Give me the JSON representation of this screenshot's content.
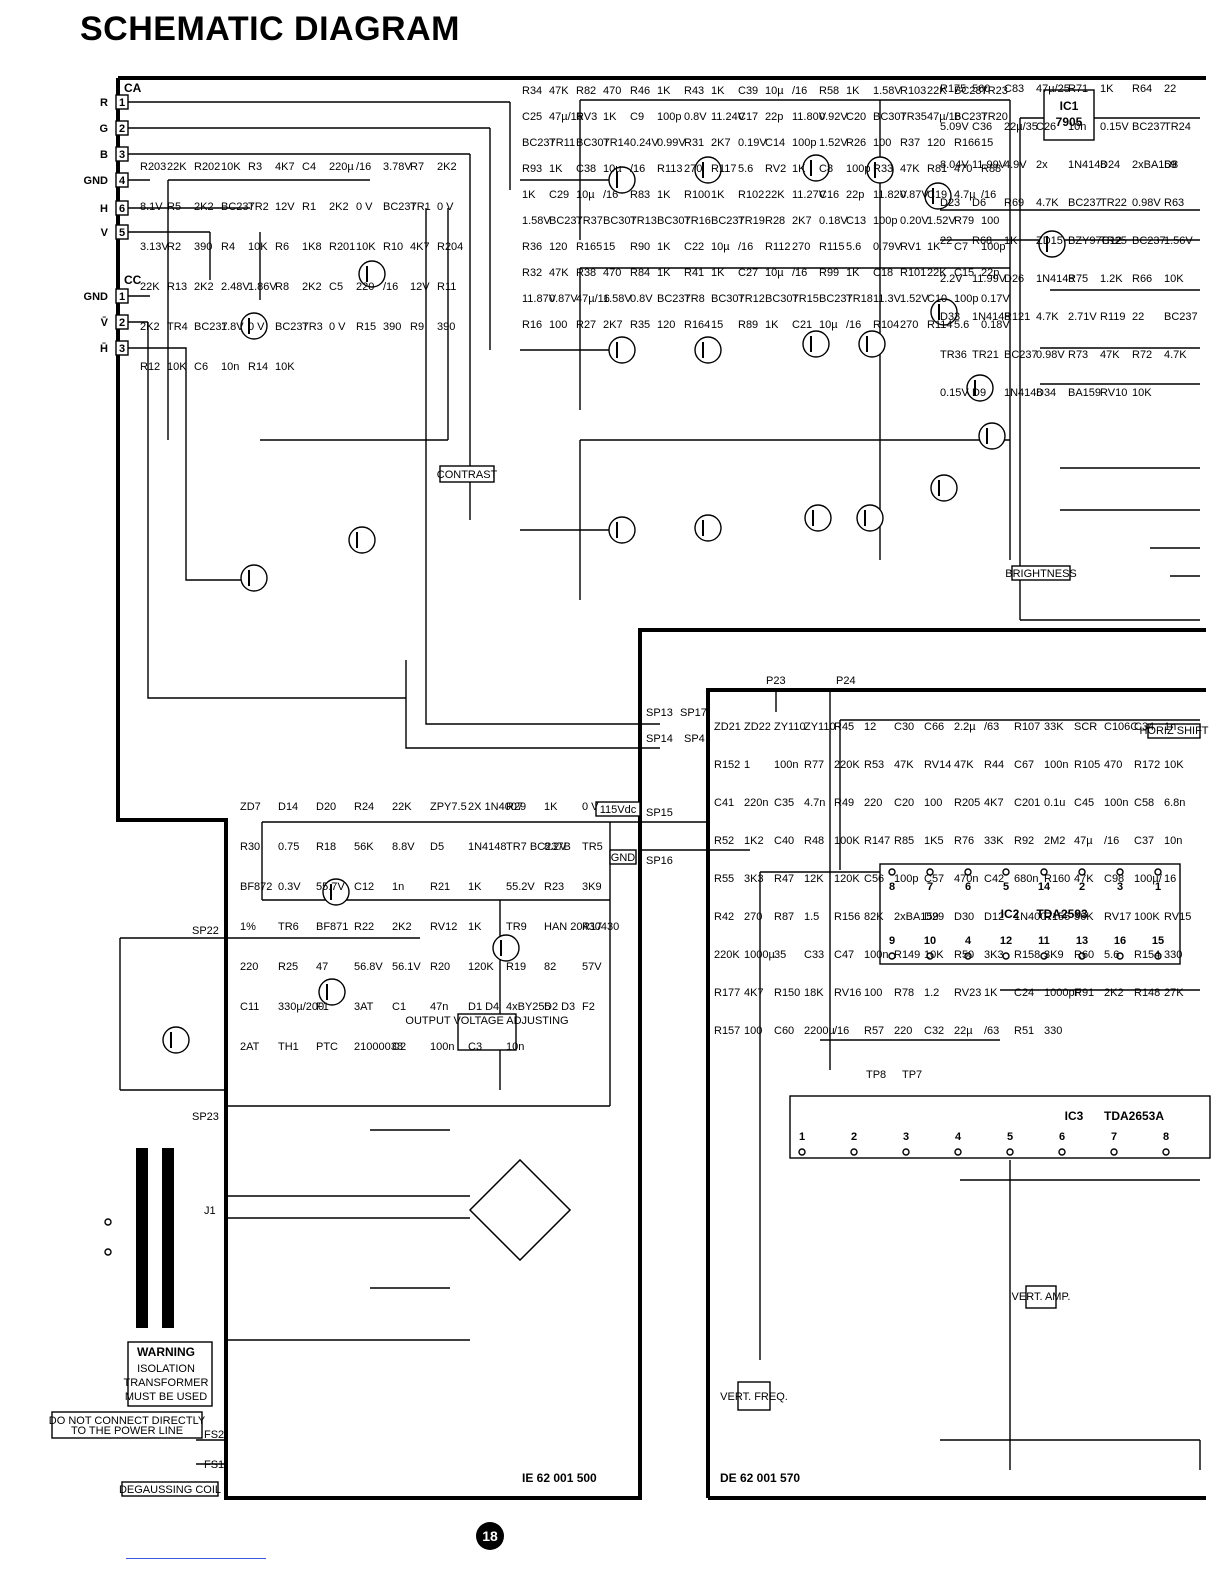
{
  "title": "SCHEMATIC DIAGRAM",
  "page_number": "18",
  "connectors": {
    "ca": {
      "name": "CA",
      "pins": [
        {
          "label": "R",
          "num": "1"
        },
        {
          "label": "G",
          "num": "2"
        },
        {
          "label": "B",
          "num": "3"
        },
        {
          "label": "GND",
          "num": "4"
        },
        {
          "label": "H",
          "num": "6"
        },
        {
          "label": "V",
          "num": "5"
        }
      ]
    },
    "cc": {
      "name": "CC",
      "pins": [
        {
          "label": "GND",
          "num": "1"
        },
        {
          "label": "V̄",
          "num": "2"
        },
        {
          "label": "H̄",
          "num": "3"
        }
      ]
    }
  },
  "ics": [
    {
      "ref": "IC1",
      "part": "7905"
    },
    {
      "ref": "IC2",
      "part": "TDA2593",
      "top_pins": [
        "8",
        "7",
        "6",
        "5",
        "14",
        "2",
        "3",
        "1"
      ],
      "bottom_pins": [
        "9",
        "10",
        "4",
        "12",
        "11",
        "13",
        "16",
        "15"
      ]
    },
    {
      "ref": "IC3",
      "part": "TDA2653A",
      "pins": [
        "1",
        "2",
        "3",
        "4",
        "5",
        "6",
        "7",
        "8"
      ]
    }
  ],
  "boxed_labels": {
    "contrast": "CONTRAST",
    "brightness": "BRIGHTNESS",
    "output_voltage": "OUTPUT VOLTAGE ADJUSTING",
    "vert_freq": "VERT. FREQ.",
    "vert_amp": "VERT. AMP.",
    "horiz_shift": "HORIZ SHIFT",
    "volt_115": "115Vdc",
    "gnd": "GND",
    "warning": [
      "WARNING",
      "ISOLATION",
      "TRANSFORMER",
      "MUST BE USED"
    ],
    "do_not_connect": [
      "DO NOT CONNECT DIRECTLY",
      "TO THE POWER LINE"
    ],
    "degaussing": "DEGAUSSING COIL"
  },
  "board_codes": {
    "left": "IE 62 001 500",
    "right": "DE 62 001 570"
  },
  "test_points": [
    "SP13",
    "SP17",
    "SP14",
    "SP4",
    "SP15",
    "SP16",
    "SP22",
    "SP23",
    "P23",
    "P24",
    "TP8",
    "TP7",
    "FS2",
    "FS1",
    "J1"
  ],
  "components": {
    "left_top": [
      "R203",
      "22K",
      "R202",
      "10K",
      "R3",
      "4K7",
      "C4",
      "220µ",
      "/16",
      "3.78V",
      "R7",
      "2K2",
      "8.1V",
      "R5",
      "2K2",
      "BC237",
      "TR2",
      "12V",
      "R1",
      "2K2",
      "0 V",
      "BC237",
      "TR1",
      "0 V",
      "3.13V",
      "R2",
      "390",
      "R4",
      "10K",
      "R6",
      "1K8",
      "R201",
      "10K",
      "R10",
      "4K7",
      "R204",
      "22K",
      "R13",
      "2K2",
      "2.48V",
      "1.86V",
      "R8",
      "2K2",
      "C5",
      "220",
      "/16",
      "12V",
      "R11",
      "2K2",
      "TR4",
      "BC237",
      "1.8V",
      "0 V",
      "BC237",
      "TR3",
      "0 V",
      "R15",
      "390",
      "R9",
      "390",
      "R12",
      "10K",
      "C6",
      "10n",
      "R14",
      "10K"
    ],
    "video": [
      "R34",
      "47K",
      "R82",
      "470",
      "R46",
      "1K",
      "R43",
      "1K",
      "C39",
      "10µ",
      "/16",
      "R58",
      "1K",
      "1.58V",
      "R103",
      "22K",
      "BC237",
      "TR23",
      "C25",
      "47µ/16",
      "RV3",
      "1K",
      "C9",
      "100p",
      "0.8V",
      "11.24V",
      "C17",
      "22p",
      "11.80V",
      "0.92V",
      "C20",
      "BC307",
      "TR35",
      "47µ/16",
      "BC237",
      "TR20",
      "BC237",
      "TR11",
      "BC307",
      "TR14",
      "0.24V",
      "0.99V",
      "R31",
      "2K7",
      "0.19V",
      "C14",
      "100p",
      "1.52V",
      "R26",
      "100",
      "R37",
      "120",
      "R166",
      "15",
      "R93",
      "1K",
      "C38",
      "10µ",
      "/16",
      "R113",
      "270",
      "R117",
      "5.6",
      "RV2",
      "1K",
      "C8",
      "100p",
      "R33",
      "47K",
      "R81",
      "470",
      "R88",
      "1K",
      "C29",
      "10µ",
      "/16",
      "R83",
      "1K",
      "R100",
      "1K",
      "R102",
      "22K",
      "11.27V",
      "C16",
      "22p",
      "11.82V",
      "0.87V",
      "C19",
      "4.7µ",
      "/16",
      "1.58V",
      "BC237",
      "TR37",
      "BC307",
      "TR13",
      "BC307",
      "TR16",
      "BC237",
      "TR19",
      "R28",
      "2K7",
      "0.18V",
      "C13",
      "100p",
      "0.20V",
      "1.52V",
      "R79",
      "100",
      "R36",
      "120",
      "R165",
      "15",
      "R90",
      "1K",
      "C22",
      "10µ",
      "/16",
      "R112",
      "270",
      "R115",
      "5.6",
      "0.79V",
      "RV1",
      "1K",
      "C7",
      "100p",
      "R32",
      "47K",
      "R38",
      "470",
      "R84",
      "1K",
      "R41",
      "1K",
      "C27",
      "10µ",
      "/16",
      "R99",
      "1K",
      "C18",
      "R101",
      "22K",
      "C15",
      "22p",
      "11.87V",
      "0.87V",
      "47µ/16",
      "1.58V",
      "0.8V",
      "BC237",
      "TR8",
      "BC307",
      "TR12",
      "BC307",
      "TR15",
      "BC237",
      "TR18",
      "11.3V",
      "1.52V",
      "C10",
      "100p",
      "0.17V",
      "R16",
      "100",
      "R27",
      "2K7",
      "R35",
      "120",
      "R164",
      "15",
      "R89",
      "1K",
      "C21",
      "10µ",
      "/16",
      "R104",
      "270",
      "R114",
      "5.6",
      "0.18V"
    ],
    "right_top": [
      "R175",
      "560",
      "C83",
      "47µ/25",
      "R71",
      "1K",
      "R64",
      "22",
      "5.09V",
      "C36",
      "22µ/35",
      "C26",
      "10n",
      "0.15V",
      "BC237",
      "TR24",
      "8.04V",
      "11.99V",
      "4.9V",
      "2x",
      "1N4148",
      "D24",
      "2xBA159",
      "D8",
      "D23",
      "D6",
      "R69",
      "4.7K",
      "BC237",
      "TR22",
      "0.98V",
      "R63",
      "22",
      "R68",
      "1K",
      "ZD15",
      "BZY97C12",
      "TR25",
      "BC237",
      "1.56V",
      "2.2V",
      "11.99V",
      "D26",
      "1N4148",
      "R75",
      "1.2K",
      "R66",
      "10K",
      "D33",
      "1N4148",
      "R121",
      "4.7K",
      "2.71V",
      "R119",
      "22",
      "BC237",
      "TR36",
      "TR21",
      "BC237",
      "0.98V",
      "R73",
      "47K",
      "R72",
      "4.7K",
      "0.15V",
      "D9",
      "1N4148",
      "D34",
      "BA159",
      "RV10",
      "10K"
    ],
    "power": [
      "ZD7",
      "D14",
      "D20",
      "R24",
      "22K",
      "ZPY7.5",
      "2X 1N4007",
      "R29",
      "1K",
      "0 V",
      "R30",
      "0.75",
      "R18",
      "56K",
      "8.8V",
      "D5",
      "1N4148",
      "TR7 BC237B",
      "8.2V",
      "TR5",
      "BF872",
      "0.3V",
      "55.7V",
      "C12",
      "1n",
      "R21",
      "1K",
      "55.2V",
      "R23",
      "3K9",
      "1%",
      "TR6",
      "BF871",
      "R22",
      "2K2",
      "RV12",
      "1K",
      "TR9",
      "HAN 20430430",
      "R17",
      "220",
      "R25",
      "47",
      "56.8V",
      "56.1V",
      "R20",
      "120K",
      "R19",
      "82",
      "57V",
      "C11",
      "330µ/200",
      "F1",
      "3AT",
      "C1",
      "47n",
      "D1 D4",
      "4xBY255",
      "D2 D3",
      "F2",
      "2AT",
      "TH1",
      "PTC",
      "21000038",
      "C2",
      "100n",
      "C3",
      "10n"
    ],
    "deflection": [
      "ZD21",
      "ZD22",
      "ZY110",
      "ZY110",
      "R45",
      "12",
      "C30",
      "C66",
      "2.2µ",
      "/63",
      "R107",
      "33K",
      "SCR",
      "C106C",
      "C34",
      "1n",
      "R152",
      "1",
      "100n",
      "R77",
      "220K",
      "R53",
      "47K",
      "RV14",
      "47K",
      "R44",
      "C67",
      "100n",
      "R105",
      "470",
      "R172",
      "10K",
      "C41",
      "220n",
      "C35",
      "4.7n",
      "R49",
      "220",
      "C20",
      "100",
      "R205",
      "4K7",
      "C201",
      "0.1u",
      "C45",
      "100n",
      "C58",
      "6.8n",
      "R52",
      "1K2",
      "C40",
      "R48",
      "100K",
      "R147",
      "R85",
      "1K5",
      "R76",
      "33K",
      "R92",
      "2M2",
      "47µ",
      "/16",
      "C37",
      "10n",
      "R55",
      "3K3",
      "R47",
      "12K",
      "120K",
      "C56",
      "100p",
      "C57",
      "470n",
      "C42",
      "680n",
      "R160",
      "47K",
      "C98",
      "100µ/",
      "16",
      "R42",
      "270",
      "R87",
      "1.5",
      "R156",
      "82K",
      "2xBA159",
      "D29",
      "D30",
      "D12",
      "1N4007",
      "R155",
      "56K",
      "RV17",
      "100K",
      "RV15",
      "220K",
      "1000µ",
      "35",
      "C33",
      "C47",
      "100n",
      "R149",
      "10K",
      "R50",
      "3K3",
      "R158",
      "3K9",
      "R60",
      "5.6",
      "R154",
      "330",
      "R177",
      "4K7",
      "R150",
      "18K",
      "RV16",
      "100",
      "R78",
      "1.2",
      "RV23",
      "1K",
      "C24",
      "1000pF",
      "R91",
      "2K2",
      "R148",
      "27K",
      "R157",
      "100",
      "C60",
      "2200µ",
      "/16",
      "R57",
      "220",
      "C32",
      "22µ",
      "/63",
      "R51",
      "330"
    ]
  }
}
